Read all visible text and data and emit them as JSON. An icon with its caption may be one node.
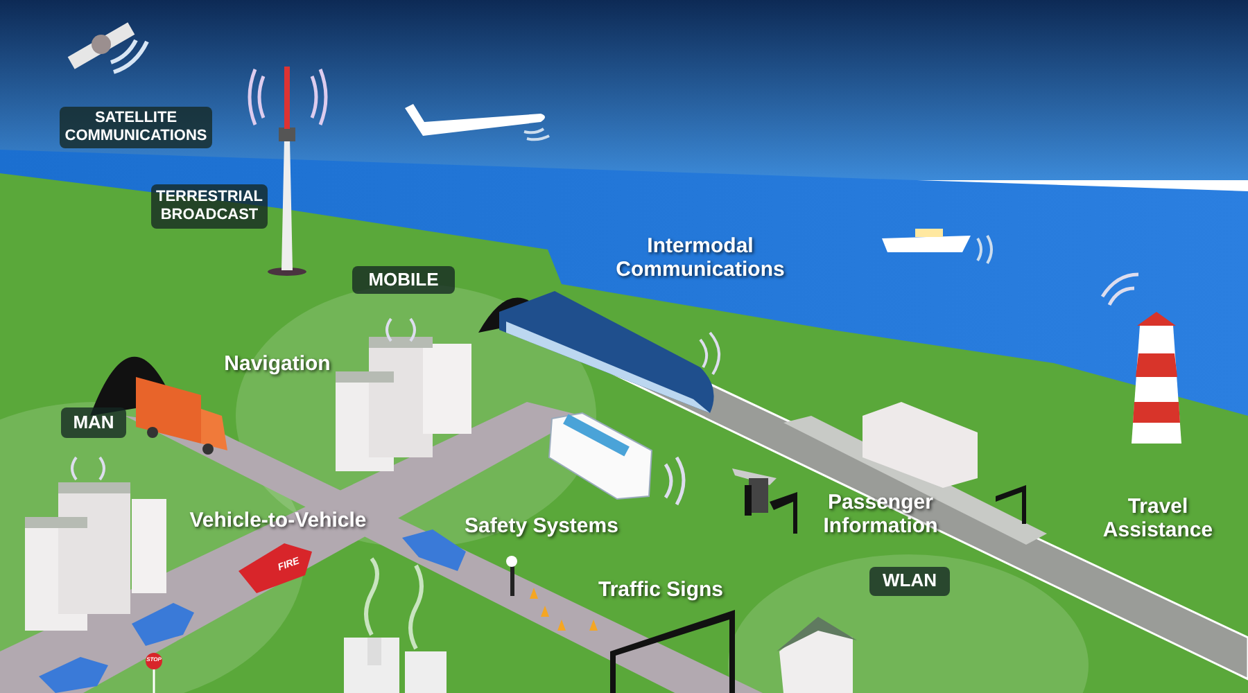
{
  "diagram": {
    "nodes": [
      {
        "text": [
          "SATELLITE COMMUNICATIONS"
        ]
      },
      {
        "text": [
          "TERRESTRIAL BROADCAST"
        ]
      },
      {
        "text": [
          "MOBILE"
        ]
      },
      {
        "text": [
          "MAN"
        ]
      },
      {
        "text": [
          "WLAN"
        ]
      }
    ],
    "labels": [
      "Intermodal Communications",
      "Navigation",
      "Vehicle-to-Vehicle",
      "Safety Systems",
      "Passenger Information",
      "Travel Assistance",
      "Traffic Signs",
      "FIRE",
      "STOP"
    ]
  }
}
